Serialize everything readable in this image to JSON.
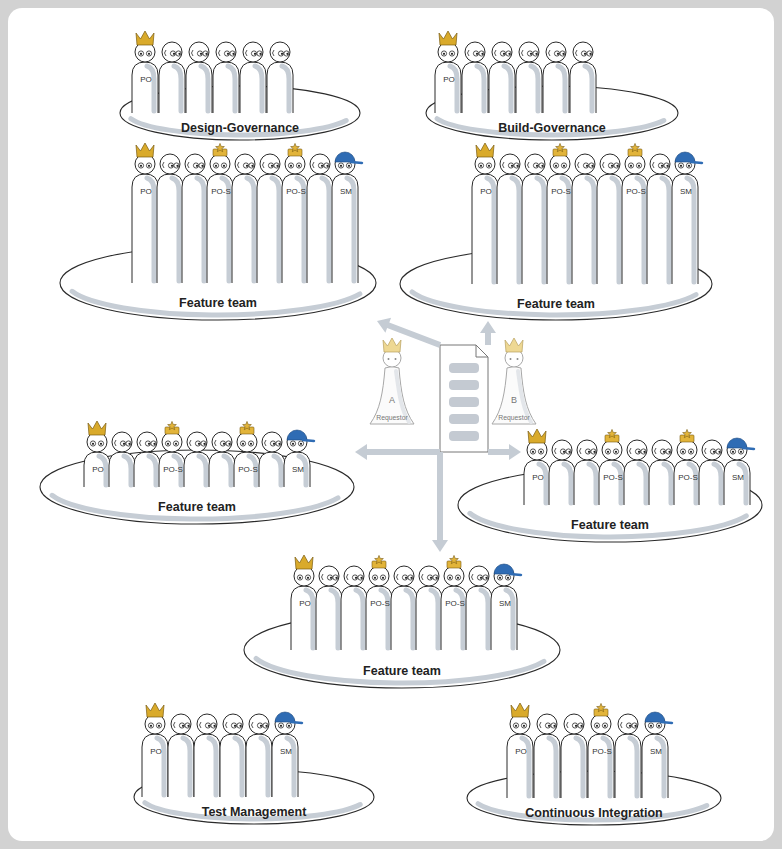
{
  "diagram": {
    "nodes": [
      {
        "text": [
          "PO",
          "Design-Governance"
        ]
      },
      {
        "text": [
          "PO",
          "Build-Governance"
        ]
      },
      {
        "text": [
          "PO",
          "PO-S",
          "PO-S",
          "SM",
          "Feature team"
        ]
      },
      {
        "text": [
          "PO",
          "PO-S",
          "PO-S",
          "SM",
          "Feature team"
        ]
      },
      {
        "text": [
          "A",
          "Requestor"
        ]
      },
      {
        "text": []
      },
      {
        "text": [
          "B",
          "Requestor"
        ]
      },
      {
        "text": [
          "PO",
          "PO-S",
          "PO-S",
          "SM",
          "Feature team"
        ]
      },
      {
        "text": [
          "PO",
          "PO-S",
          "PO-S",
          "SM",
          "Feature team"
        ]
      },
      {
        "text": [
          "PO",
          "PO-S",
          "PO-S",
          "SM",
          "Feature team"
        ]
      },
      {
        "text": [
          "PO",
          "SM",
          "Test Management"
        ]
      },
      {
        "text": [
          "PO",
          "PO-S",
          "SM",
          "Continuous Integration"
        ]
      }
    ],
    "edges": [
      {
        "from": 5,
        "to": 2,
        "arrow": "to"
      },
      {
        "from": 5,
        "to": 3,
        "arrow": "to"
      },
      {
        "from": 5,
        "to": 7,
        "arrow": "to"
      },
      {
        "from": 5,
        "to": 8,
        "arrow": "to"
      },
      {
        "from": 5,
        "to": 9,
        "arrow": "to"
      }
    ]
  }
}
